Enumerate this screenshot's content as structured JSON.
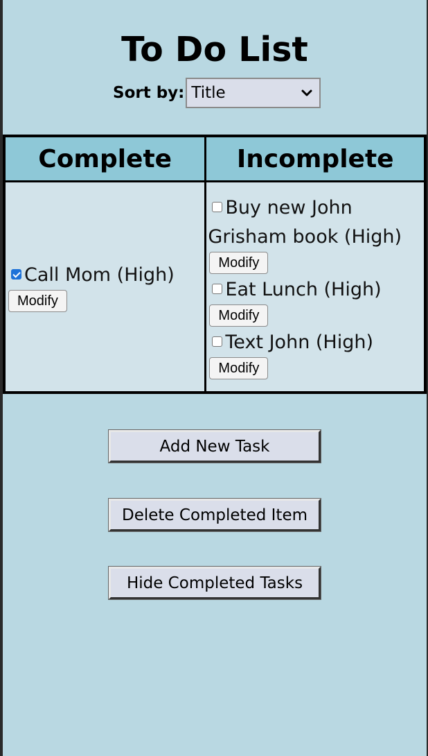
{
  "header": {
    "title": "To Do List",
    "sort_label": "Sort by:",
    "sort_value": "Title"
  },
  "board": {
    "columns": [
      "Complete",
      "Incomplete"
    ],
    "complete": [
      {
        "label": "Call Mom (High)",
        "checked": true,
        "button": "Modify"
      }
    ],
    "incomplete": [
      {
        "label": "Buy new John Grisham book (High)",
        "checked": false,
        "button": "Modify"
      },
      {
        "label": "Eat Lunch (High)",
        "checked": false,
        "button": "Modify"
      },
      {
        "label": "Text John (High)",
        "checked": false,
        "button": "Modify"
      }
    ]
  },
  "actions": {
    "add_task": "Add New Task",
    "delete_completed": "Delete Completed Item",
    "hide_completed": "Hide Completed Tasks"
  },
  "colors": {
    "background": "#b9d8e2",
    "header_row": "#8ec8d7",
    "cell": "#d2e3ea",
    "button": "#dadeea",
    "checkbox_checked": "#1e72d8"
  }
}
